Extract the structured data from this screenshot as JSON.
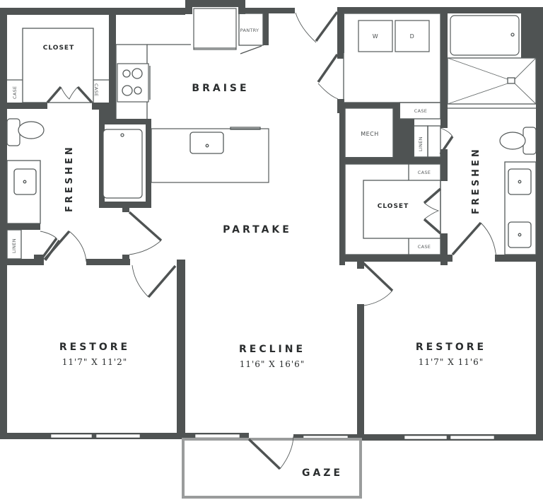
{
  "floor_plan": {
    "rooms": {
      "kitchen": {
        "name": "BRAISE"
      },
      "dining": {
        "name": "PARTAKE"
      },
      "living": {
        "name": "RECLINE",
        "dimensions": "11'6\" X 16'6\""
      },
      "bedroom_left": {
        "name": "RESTORE",
        "dimensions": "11'7\" X 11'2\""
      },
      "bedroom_right": {
        "name": "RESTORE",
        "dimensions": "11'7\" X 11'6\""
      },
      "bath_left": {
        "name": "FRESHEN"
      },
      "bath_right": {
        "name": "FRESHEN"
      },
      "balcony": {
        "name": "GAZE"
      }
    },
    "closets": {
      "closet_left": "CLOSET",
      "closet_right": "CLOSET",
      "case_left_a": "CASE",
      "case_left_b": "CASE",
      "case_laundry": "CASE",
      "case_right_top": "CASE",
      "case_right_bottom": "CASE",
      "linen_left": "LINEN",
      "linen_right": "LINEN",
      "pantry": "PANTRY",
      "mech": "MECH"
    },
    "appliances": {
      "washer": "W",
      "dryer": "D"
    },
    "colors": {
      "wall": "#4f5353",
      "balcony_rail": "#9a9c9c",
      "text": "#2a2d2e"
    }
  }
}
